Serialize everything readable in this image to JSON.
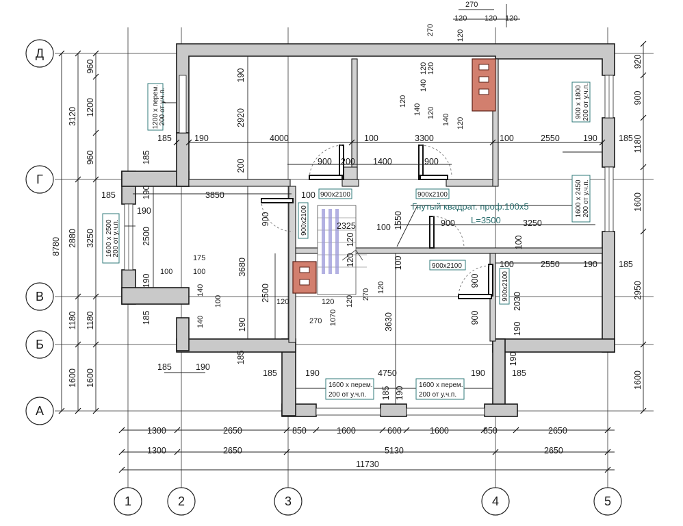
{
  "axes": {
    "rows": [
      "Д",
      "Г",
      "В",
      "Б",
      "А"
    ],
    "cols": [
      "1",
      "2",
      "3",
      "4",
      "5"
    ]
  },
  "dimensions": {
    "bottom_row1": [
      "1300",
      "2650",
      "850",
      "1600",
      "600",
      "1600",
      "850",
      "2650"
    ],
    "bottom_row2": [
      "1300",
      "2650",
      "5130",
      "2650"
    ],
    "bottom_total": "11730",
    "left_outer": "8780",
    "left_mid": [
      "3120",
      "2880",
      "1180",
      "1600"
    ],
    "left_inner": [
      "960",
      "1200",
      "960",
      "3250",
      "1180",
      "1600"
    ],
    "right": [
      "920",
      "900",
      "1180",
      "1600",
      "2950",
      "1600"
    ],
    "top": [
      "270",
      "120",
      "120",
      "120",
      "270"
    ],
    "vent_stack": [
      "120",
      "140",
      "120",
      "140",
      "120",
      "140",
      "120",
      "120",
      "140",
      "120"
    ],
    "interior": {
      "d190a": "190",
      "d2920": "2920",
      "d4000": "4000",
      "d3300": "3300",
      "d2550a": "2550",
      "d185a": "185",
      "d190b": "190",
      "d100a": "100",
      "d100b": "100",
      "d185b": "185",
      "d190c": "190",
      "d900a": "900",
      "d200a": "200",
      "d1400": "1400",
      "d900b": "900",
      "d200b": "200",
      "d185c": "185",
      "d3850": "3850",
      "d100c": "100",
      "d190d": "190",
      "d2500a": "2500",
      "d3680": "3680",
      "d900c": "900",
      "d2325": "2325",
      "d100d": "100",
      "d1550": "1550",
      "d900d": "900",
      "d3250": "3250",
      "d120a": "120",
      "d120b": "120",
      "d100e": "100",
      "d100f": "100",
      "d2550b": "2550",
      "d190e": "190",
      "d185d": "185",
      "d175": "175",
      "d100g": "100",
      "d100h": "100",
      "d140a": "140",
      "d100i": "100",
      "d140b": "140",
      "d190f": "190",
      "d185e": "185",
      "d2500b": "2500",
      "d120c": "120",
      "d120d": "120",
      "d120e": "120",
      "d270a": "270",
      "d120f": "120",
      "d270b": "270",
      "d1070": "1070",
      "d3630": "3630",
      "d900e": "900",
      "d900f": "900",
      "d2030": "2030",
      "d190g": "190",
      "d185f": "185",
      "d190h": "190",
      "d185g": "185",
      "d185h": "185",
      "d190i": "190",
      "d4750": "4750",
      "d190j": "190",
      "d185i": "185",
      "d185j": "185",
      "d190k": "190"
    }
  },
  "openings": {
    "win_left_top": [
      "1200 х перем.",
      "200 от у.ч.п."
    ],
    "win_left_mid": [
      "1600 х 2500",
      "200 от у.ч.п."
    ],
    "win_right_top": [
      "900 х 1800",
      "200 от у.ч.п."
    ],
    "win_right_mid": [
      "1600 х 2450",
      "200 от у.ч.п."
    ],
    "win_bottom_left": [
      "1600 х перем.",
      "200 от у.ч.п."
    ],
    "win_bottom_right": [
      "1600 х перем.",
      "200 от у.ч.п."
    ],
    "doors": {
      "d1": "900х2100",
      "d2": "900х2100",
      "d3": "900х2100",
      "d4": "900х2100",
      "d5": "900х2100"
    }
  },
  "notes": {
    "beam": "Гнутый квадрат. проф.100х5",
    "length": "L=3500"
  }
}
